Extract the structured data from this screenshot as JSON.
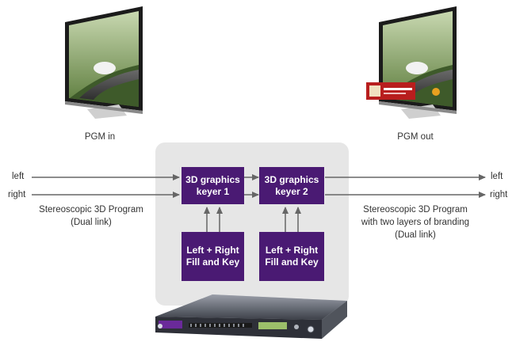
{
  "monitors": {
    "input_label": "PGM in",
    "output_label": "PGM out"
  },
  "inputs": {
    "left": "left",
    "right": "right",
    "program_line1": "Stereoscopic 3D Program",
    "program_line2": "(Dual link)"
  },
  "outputs": {
    "left": "left",
    "right": "right",
    "program_line1": "Stereoscopic 3D Program",
    "program_line2": "with two layers of branding",
    "program_line3": "(Dual link)"
  },
  "keyers": [
    {
      "line1": "3D graphics",
      "line2": "keyer 1"
    },
    {
      "line1": "3D graphics",
      "line2": "keyer 2"
    }
  ],
  "fill_key": [
    {
      "line1": "Left + Right",
      "line2": "Fill and Key"
    },
    {
      "line1": "Left + Right",
      "line2": "Fill and Key"
    }
  ],
  "colors": {
    "box": "#4a1a73",
    "arrow": "#666666",
    "panel": "#e6e6e6"
  }
}
